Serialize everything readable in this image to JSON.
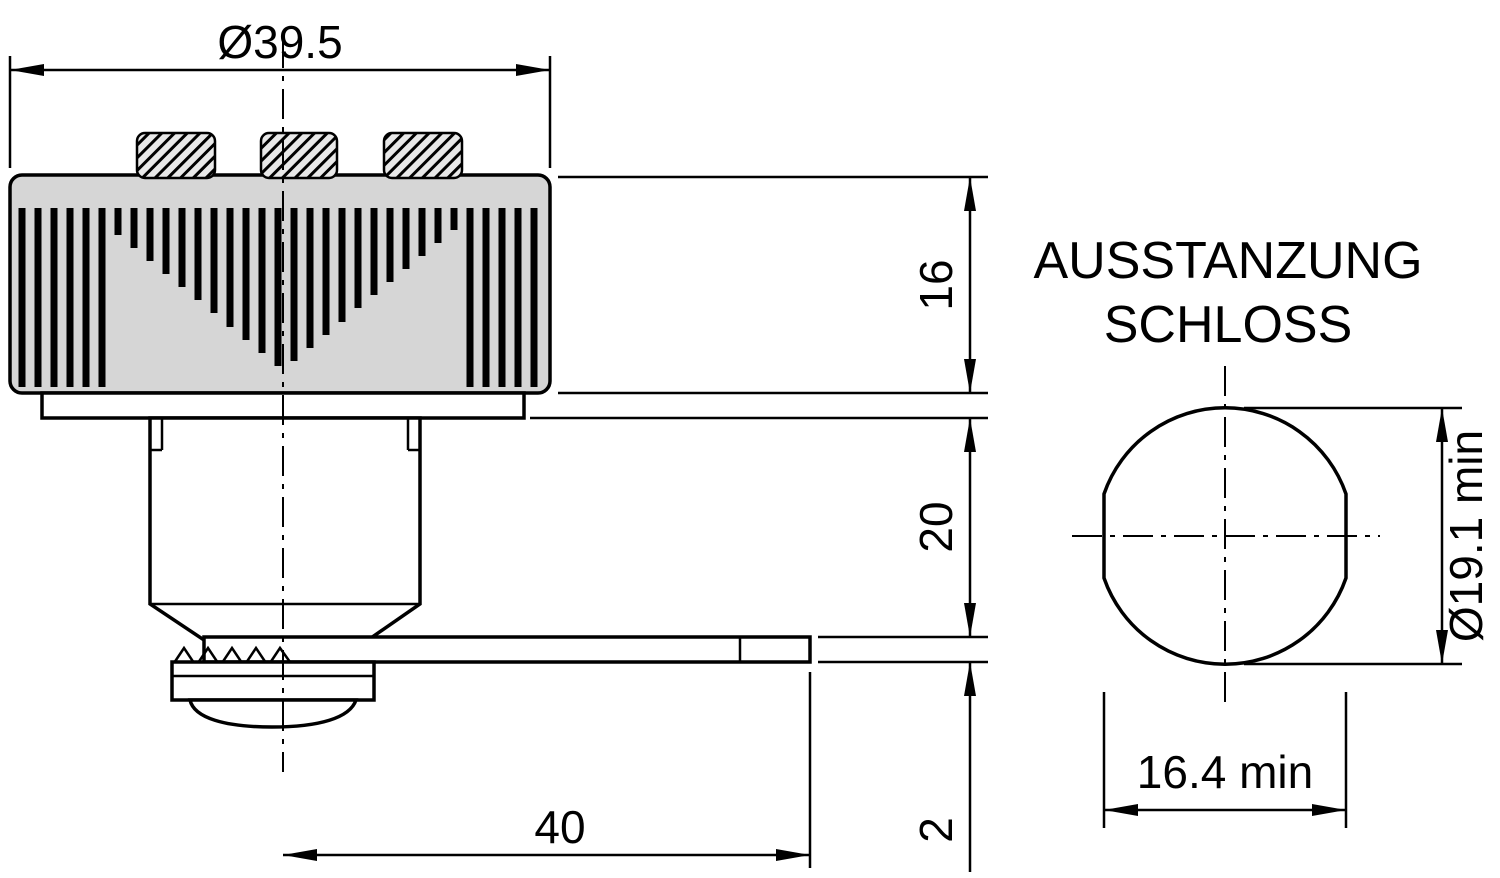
{
  "drawing": {
    "type": "technical-dimension-drawing",
    "side_view": {
      "diameter_label": "Ø39.5",
      "cap_height_label": "16",
      "body_height_label": "20",
      "cam_thickness_label": "2",
      "cam_length_label": "40"
    },
    "punchout_view": {
      "title_line1": "AUSSTANZUNG",
      "title_line2": "SCHLOSS",
      "diameter_label": "Ø19.1 min",
      "width_label": "16.4 min"
    }
  },
  "colors": {
    "line": "#000000",
    "cap_fill": "#d6d6d6",
    "background": "#ffffff"
  }
}
